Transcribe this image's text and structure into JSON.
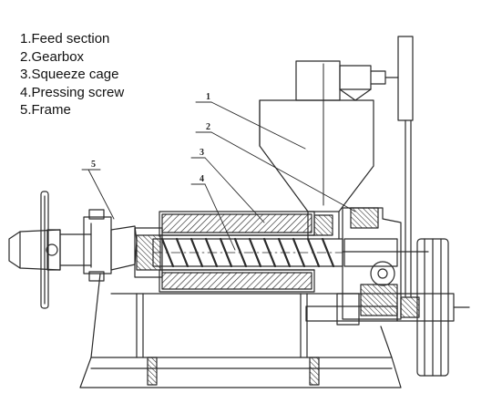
{
  "legend": [
    "1.Feed section",
    "2.Gearbox",
    "3.Squeeze cage",
    "4.Pressing screw",
    "5.Frame"
  ],
  "callouts": [
    "1",
    "2",
    "3",
    "4",
    "5"
  ],
  "colors": {
    "line": "#2a2a2a",
    "background": "#ffffff",
    "text": "#111111"
  }
}
